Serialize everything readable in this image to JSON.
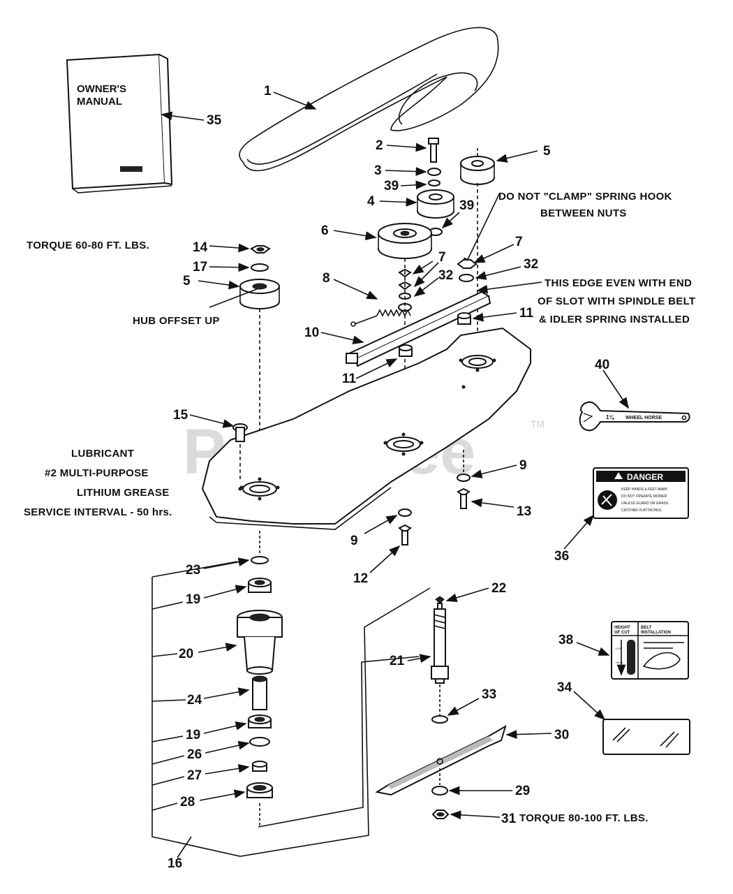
{
  "watermark": {
    "text": "PartsTree",
    "tm": "TM"
  },
  "manual": {
    "line1": "OWNER'S",
    "line2": "MANUAL"
  },
  "wrench": {
    "size": "1⅛",
    "brand": "WHEEL HORSE"
  },
  "danger_decal": {
    "title": "DANGER",
    "lines": [
      "KEEP HANDS & FEET AWAY.",
      "DO NOT OPERATE MOWER",
      "UNLESS GUARD OR GRASS",
      "CATCHER IS ATTACHED."
    ]
  },
  "belt_decal": {
    "left_title": [
      "HEIGHT",
      "OF CUT"
    ],
    "right_title": [
      "BELT",
      "INSTALLATION"
    ],
    "low": "LOW",
    "high": "HIGH"
  },
  "notes": {
    "torque_60_80": "TORQUE 60-80 FT. LBS.",
    "hub_offset": "HUB OFFSET UP",
    "clamp_1": "DO NOT \"CLAMP\" SPRING HOOK",
    "clamp_2": "BETWEEN NUTS",
    "edge_1": "THIS EDGE EVEN WITH END",
    "edge_2": "OF SLOT WITH SPINDLE BELT",
    "edge_3": "& IDLER SPRING INSTALLED",
    "lube_1": "LUBRICANT",
    "lube_2": "#2 MULTI-PURPOSE",
    "lube_3": "LITHIUM GREASE",
    "lube_4": "SERVICE INTERVAL - 50 hrs.",
    "torque_80_100": "TORQUE 80-100 FT. LBS."
  },
  "callouts": {
    "p1": "1",
    "p2": "2",
    "p3": "3",
    "p4": "4",
    "p5a": "5",
    "p5b": "5",
    "p6": "6",
    "p7a": "7",
    "p7b": "7",
    "p8": "8",
    "p9a": "9",
    "p9b": "9",
    "p10": "10",
    "p11a": "11",
    "p11b": "11",
    "p12": "12",
    "p13": "13",
    "p14": "14",
    "p15": "15",
    "p16": "16",
    "p17": "17",
    "p19a": "19",
    "p19b": "19",
    "p20": "20",
    "p21": "21",
    "p22": "22",
    "p23": "23",
    "p24": "24",
    "p26": "26",
    "p27": "27",
    "p28": "28",
    "p29": "29",
    "p30": "30",
    "p31": "31",
    "p32a": "32",
    "p32b": "32",
    "p33": "33",
    "p34": "34",
    "p35": "35",
    "p36": "36",
    "p38": "38",
    "p39a": "39",
    "p39b": "39",
    "p40": "40"
  }
}
